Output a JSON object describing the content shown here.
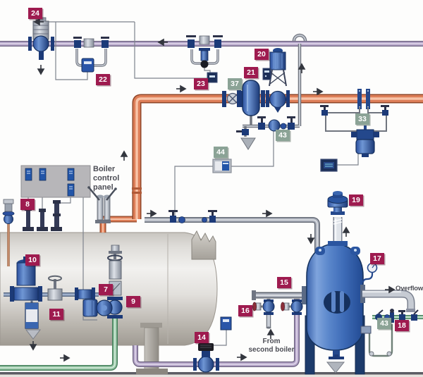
{
  "badges": {
    "b24": "24",
    "b22": "22",
    "b23": "23",
    "b20": "20",
    "b21": "21",
    "b37": "37",
    "b43_trap": "43",
    "b33": "33",
    "b44": "44",
    "b8": "8",
    "b10": "10",
    "b11": "11",
    "b7": "7",
    "b9": "9",
    "b14": "14",
    "b15": "15",
    "b16": "16",
    "b19": "19",
    "b17": "17",
    "b43_cooling": "43",
    "b18": "18"
  },
  "labels": {
    "panel_line1": "Boiler",
    "panel_line2": "control",
    "panel_line3": "panel",
    "from_second_boiler_line1": "From",
    "from_second_boiler_line2": "second boiler",
    "overflow": "Overflow"
  },
  "colors": {
    "badge_maroon": "#9e1b4f",
    "badge_green": "#8ba396",
    "steam_pipe_orange": "#dd7e58",
    "condensate_pipe_purple": "#b5a6c9",
    "feedwater_pipe_green": "#8fbf9f",
    "water_pipe_gray": "#a8adb8",
    "blowdown_vessel_blue": "#4a78c4",
    "boiler_shell_gray": "#d8d5d0"
  }
}
